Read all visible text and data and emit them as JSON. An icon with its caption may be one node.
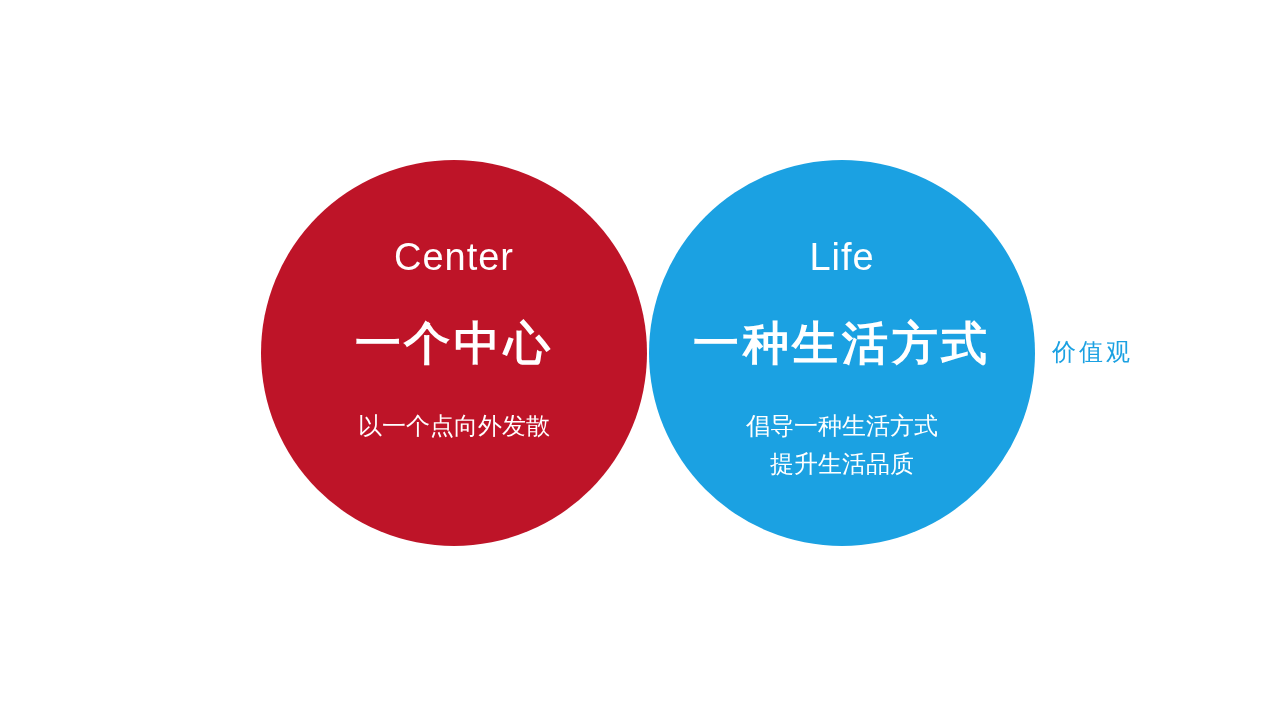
{
  "diagram": {
    "nodes": [
      {
        "text": [
          "Center",
          "一个中心",
          "以一个点向外发散"
        ]
      },
      {
        "text": [
          "Life",
          "一种生活方式",
          "倡导一种生活方式提升生活品质"
        ],
        "beside": [
          "价值观"
        ]
      }
    ]
  }
}
